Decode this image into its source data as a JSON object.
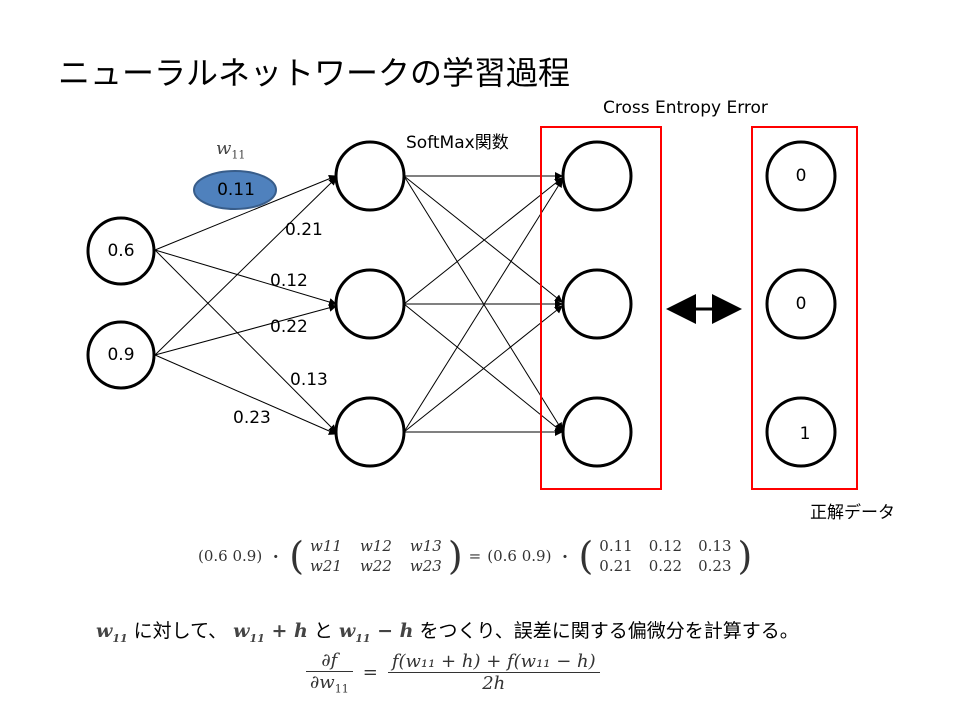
{
  "title": "ニューラルネットワークの学習過程",
  "labels": {
    "softmax": "SoftMax関数",
    "cross_entropy": "Cross Entropy Error",
    "correct_data": "正解データ",
    "w11": "w",
    "w11_sub": "11"
  },
  "inputs": [
    "0.6",
    "0.9"
  ],
  "targets": [
    "0",
    "0",
    "1"
  ],
  "weights": {
    "w11": "0.11",
    "w21": "0.21",
    "w12": "0.12",
    "w22": "0.22",
    "w13": "0.13",
    "w23": "0.23"
  },
  "colors": {
    "highlight_fill": "#4f81bd",
    "highlight_stroke": "#385d8a",
    "box": "#ff0000"
  },
  "equation": {
    "left_vec": "(0.6   0.9)",
    "dot": "・",
    "m_r1": [
      "w11",
      "w12",
      "w13"
    ],
    "m_r2": [
      "w21",
      "w22",
      "w23"
    ],
    "eq": "=",
    "right_vec": "(0.6   0.9)",
    "v_r1": [
      "0.11",
      "0.12",
      "0.13"
    ],
    "v_r2": [
      "0.21",
      "0.22",
      "0.23"
    ]
  },
  "bottom": {
    "t1": "に対して、",
    "plus": "+ h",
    "to": "と",
    "minus": "− h",
    "t2": "をつくり、誤差に関する偏微分を計算する。",
    "lhs_num": "∂f",
    "lhs_den": "∂w",
    "rhs_num": "f(w₁₁ + h) + f(w₁₁ − h)",
    "rhs_den": "2h"
  }
}
